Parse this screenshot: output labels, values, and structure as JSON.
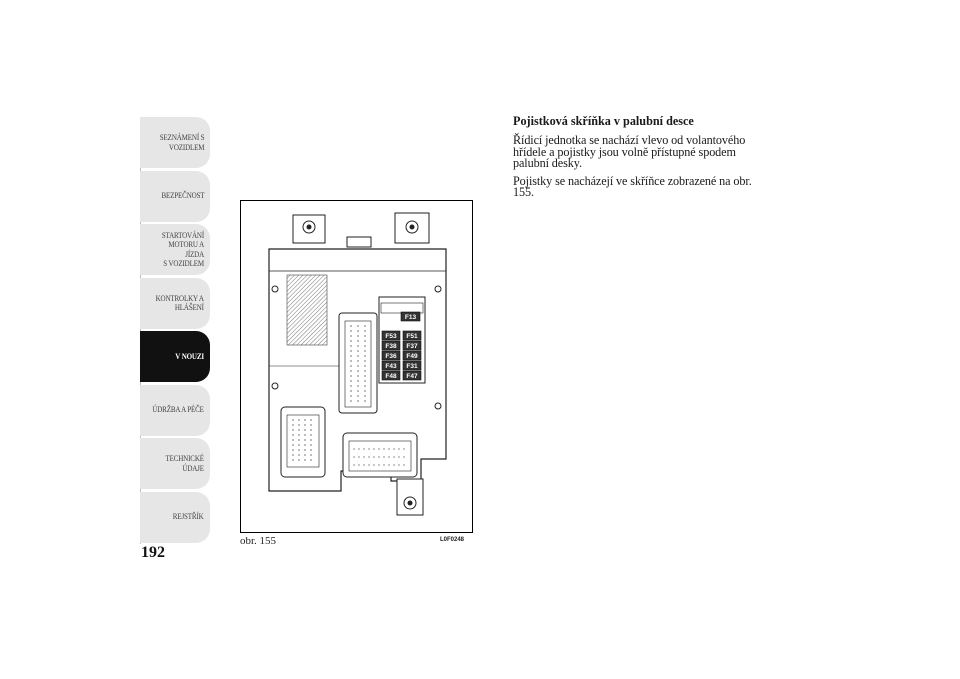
{
  "tabs": [
    {
      "label": "SEZNÁMENÍ S\nVOZIDLEM",
      "active": false
    },
    {
      "label": "BEZPEČNOST",
      "active": false
    },
    {
      "label": "STARTOVÁNÍ\nMOTORU A JÍZDA\nS VOZIDLEM",
      "active": false
    },
    {
      "label": "KONTROLKY A\nHLÁŠENÍ",
      "active": false
    },
    {
      "label": "V NOUZI",
      "active": true
    },
    {
      "label": "ÚDRŽBA A PÉČE",
      "active": false
    },
    {
      "label": "TECHNICKÉ\nÚDAJE",
      "active": false
    },
    {
      "label": "REJSTŘÍK",
      "active": false
    }
  ],
  "page_number": "192",
  "section": {
    "heading": "Pojistková skříňka v palubní desce",
    "paragraphs": [
      "Řídicí jednotka se nachází vlevo od volantového hřídele a pojistky jsou volně přístupné spodem palubní desky.",
      "Pojistky se nacházejí ve skříňce zobrazené na obr. 155."
    ]
  },
  "figure": {
    "caption": "obr. 155",
    "code": "L0F0248",
    "fuses": {
      "top": "F13",
      "left": [
        "F53",
        "F38",
        "F36",
        "F43",
        "F48"
      ],
      "right": [
        "F51",
        "F37",
        "F49",
        "F31",
        "F47"
      ]
    }
  }
}
